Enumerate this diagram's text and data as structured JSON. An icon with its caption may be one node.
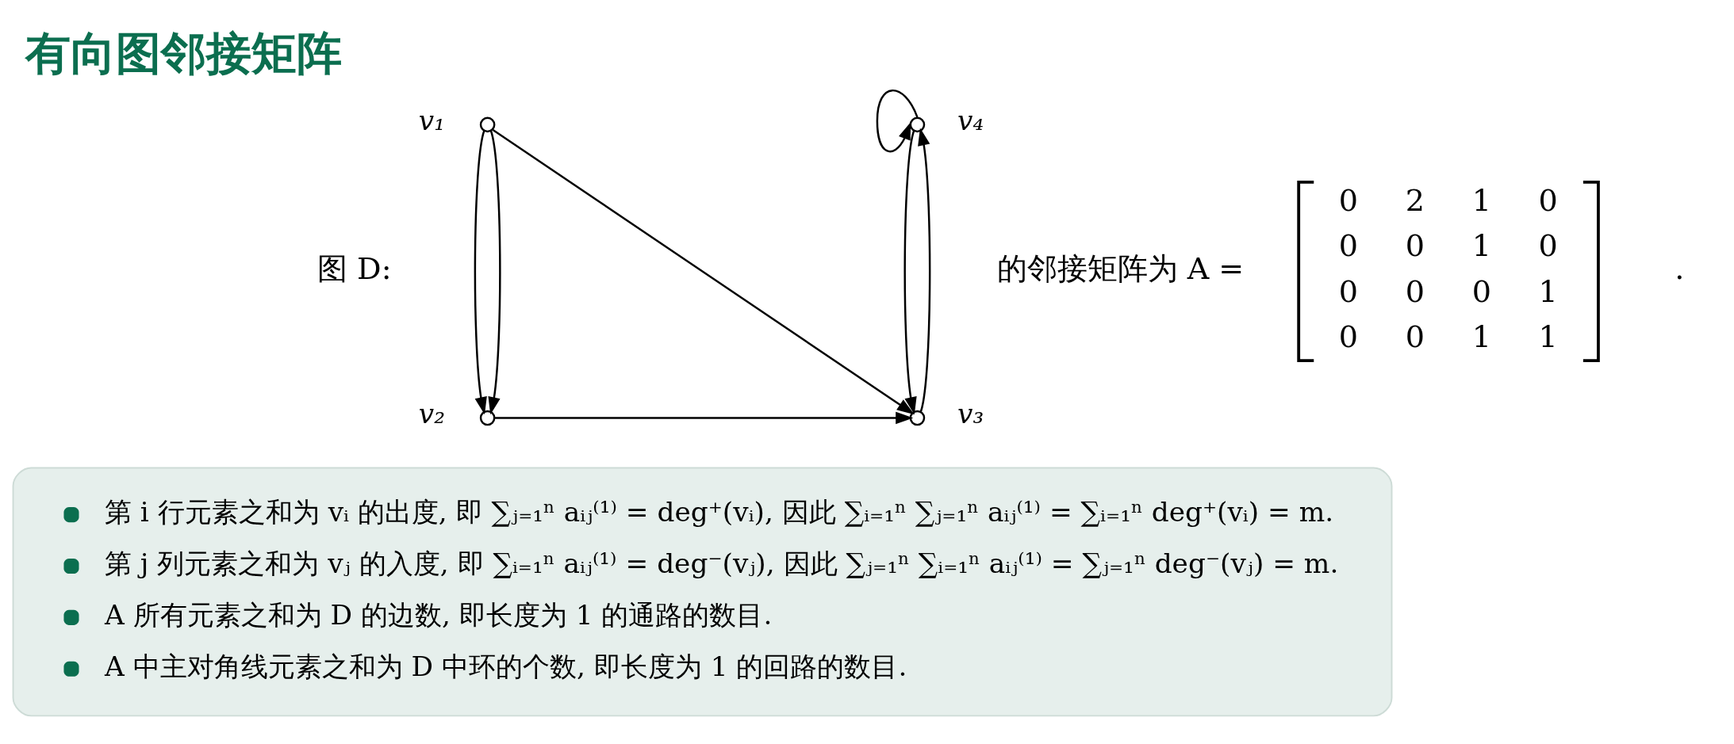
{
  "diagram": {
    "title": "有向图邻接矩阵",
    "nodes": [
      {
        "text": [],
        "shape": "circle",
        "beside": [
          "v₁"
        ]
      },
      {
        "text": [],
        "shape": "circle",
        "beside": [
          "v₄"
        ]
      },
      {
        "text": [],
        "shape": "circle",
        "beside": [
          "v₂"
        ]
      },
      {
        "text": [],
        "shape": "circle",
        "beside": [
          "v₃"
        ]
      },
      {
        "text": [
          "第 i 行元素之和为 vᵢ 的出度, 即 ∑ⱼ₌₁ⁿ aᵢⱼ⁽¹⁾ = deg⁺(vᵢ), 因此 ∑ᵢ₌₁ⁿ ∑ⱼ₌₁ⁿ aᵢⱼ⁽¹⁾ = ∑ᵢ₌₁ⁿ deg⁺(vᵢ) = m.",
          "第 j 列元素之和为 vⱼ 的入度, 即 ∑ᵢ₌₁ⁿ aᵢⱼ⁽¹⁾ = deg⁻(vⱼ), 因此 ∑ⱼ₌₁ⁿ ∑ᵢ₌₁ⁿ aᵢⱼ⁽¹⁾ = ∑ⱼ₌₁ⁿ deg⁻(vⱼ) = m.",
          "A 所有元素之和为 D 的边数, 即长度为 1 的通路的数目.",
          "A 中主对角线元素之和为 D 中环的个数, 即长度为 1 的回路的数目."
        ]
      }
    ],
    "edges": [
      {
        "from": 0,
        "to": 2,
        "arrow": "to"
      },
      {
        "from": 0,
        "to": 2,
        "arrow": "to"
      },
      {
        "from": 0,
        "to": 3,
        "arrow": "to"
      },
      {
        "from": 2,
        "to": 3,
        "arrow": "to"
      },
      {
        "from": 3,
        "to": 1,
        "arrow": "to"
      },
      {
        "from": 1,
        "to": 3,
        "arrow": "to"
      },
      {
        "from": 1,
        "to": 1,
        "arrow": "to"
      }
    ],
    "labels": [
      "图 D:",
      "的邻接矩阵为 A =",
      "0",
      "2",
      "1",
      "0",
      "0",
      "0",
      "1",
      "0",
      "0",
      "0",
      "0",
      "1",
      "0",
      "0",
      "1",
      "1",
      "."
    ]
  }
}
